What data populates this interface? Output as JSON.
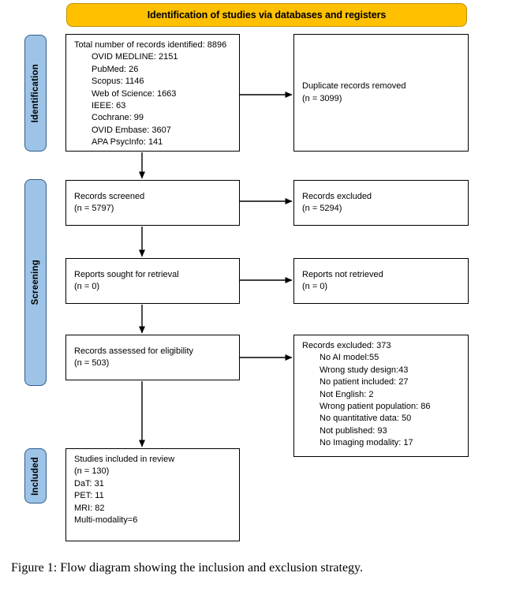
{
  "figure": {
    "caption": "Figure 1: Flow diagram showing the inclusion and exclusion strategy.",
    "banner_title": "Identification of studies via databases and registers",
    "colors": {
      "banner_fill": "#FFC000",
      "banner_border": "#BF9000",
      "stage_fill": "#9DC3E6",
      "stage_border": "#2E5E8E",
      "box_border": "#000000",
      "box_fill": "#FFFFFF",
      "text": "#000000"
    }
  },
  "stages": [
    {
      "id": "identification",
      "label": "Identification"
    },
    {
      "id": "screening",
      "label": "Screening"
    },
    {
      "id": "included",
      "label": "Included"
    }
  ],
  "boxes": {
    "identified": {
      "title": "Total number of records identified: 8896",
      "sources": [
        "OVID MEDLINE: 2151",
        "PubMed: 26",
        "Scopus: 1146",
        "Web of Science: 1663",
        "IEEE: 63",
        "Cochrane: 99",
        "OVID Embase: 3607",
        "APA PsycInfo: 141"
      ]
    },
    "duplicates": {
      "title": "Duplicate records removed",
      "count": "(n = 3099)"
    },
    "screened": {
      "title": "Records screened",
      "count": "(n = 5797)"
    },
    "excluded_screen": {
      "title": "Records excluded",
      "count": "(n = 5294)"
    },
    "sought": {
      "title": "Reports sought for retrieval",
      "count": "(n = 0)"
    },
    "not_retrieved": {
      "title": "Reports not retrieved",
      "count": "(n = 0)"
    },
    "assessed": {
      "title": "Records assessed for eligibility",
      "count": "(n = 503)"
    },
    "excluded_reasons": {
      "title": "Records excluded: 373",
      "reasons": [
        "No AI model:55",
        "Wrong study design:43",
        "No patient included: 27",
        "Not English: 2",
        "Wrong patient population: 86",
        "No quantitative data: 50",
        "Not published: 93",
        "No Imaging modality: 17"
      ]
    },
    "included": {
      "title": "Studies included in review",
      "count": "(n = 130)",
      "modalities": [
        "DaT: 31",
        "PET: 11",
        "MRI: 82",
        "Multi-modality=6"
      ]
    }
  },
  "chart_data": {
    "type": "diagram",
    "title": "PRISMA flow diagram",
    "nodes": [
      {
        "id": "identified",
        "stage": "Identification",
        "label": "Total number of records identified",
        "value": 8896,
        "breakdown": {
          "OVID MEDLINE": 2151,
          "PubMed": 26,
          "Scopus": 1146,
          "Web of Science": 1663,
          "IEEE": 63,
          "Cochrane": 99,
          "OVID Embase": 3607,
          "APA PsycInfo": 141
        }
      },
      {
        "id": "duplicates",
        "stage": "Identification",
        "label": "Duplicate records removed",
        "value": 3099
      },
      {
        "id": "screened",
        "stage": "Screening",
        "label": "Records screened",
        "value": 5797
      },
      {
        "id": "excluded_screen",
        "stage": "Screening",
        "label": "Records excluded",
        "value": 5294
      },
      {
        "id": "sought",
        "stage": "Screening",
        "label": "Reports sought for retrieval",
        "value": 0
      },
      {
        "id": "not_retrieved",
        "stage": "Screening",
        "label": "Reports not retrieved",
        "value": 0
      },
      {
        "id": "assessed",
        "stage": "Screening",
        "label": "Records assessed for eligibility",
        "value": 503
      },
      {
        "id": "excluded_reasons",
        "stage": "Screening",
        "label": "Records excluded",
        "value": 373,
        "breakdown": {
          "No AI model": 55,
          "Wrong study design": 43,
          "No patient included": 27,
          "Not English": 2,
          "Wrong patient population": 86,
          "No quantitative data": 50,
          "Not published": 93,
          "No Imaging modality": 17
        }
      },
      {
        "id": "included",
        "stage": "Included",
        "label": "Studies included in review",
        "value": 130,
        "breakdown": {
          "DaT": 31,
          "PET": 11,
          "MRI": 82,
          "Multi-modality": 6
        }
      }
    ],
    "edges": [
      {
        "from": "identified",
        "to": "duplicates",
        "direction": "right"
      },
      {
        "from": "identified",
        "to": "screened",
        "direction": "down"
      },
      {
        "from": "screened",
        "to": "excluded_screen",
        "direction": "right"
      },
      {
        "from": "screened",
        "to": "sought",
        "direction": "down"
      },
      {
        "from": "sought",
        "to": "not_retrieved",
        "direction": "right"
      },
      {
        "from": "sought",
        "to": "assessed",
        "direction": "down"
      },
      {
        "from": "assessed",
        "to": "excluded_reasons",
        "direction": "right"
      },
      {
        "from": "assessed",
        "to": "included",
        "direction": "down"
      }
    ]
  }
}
